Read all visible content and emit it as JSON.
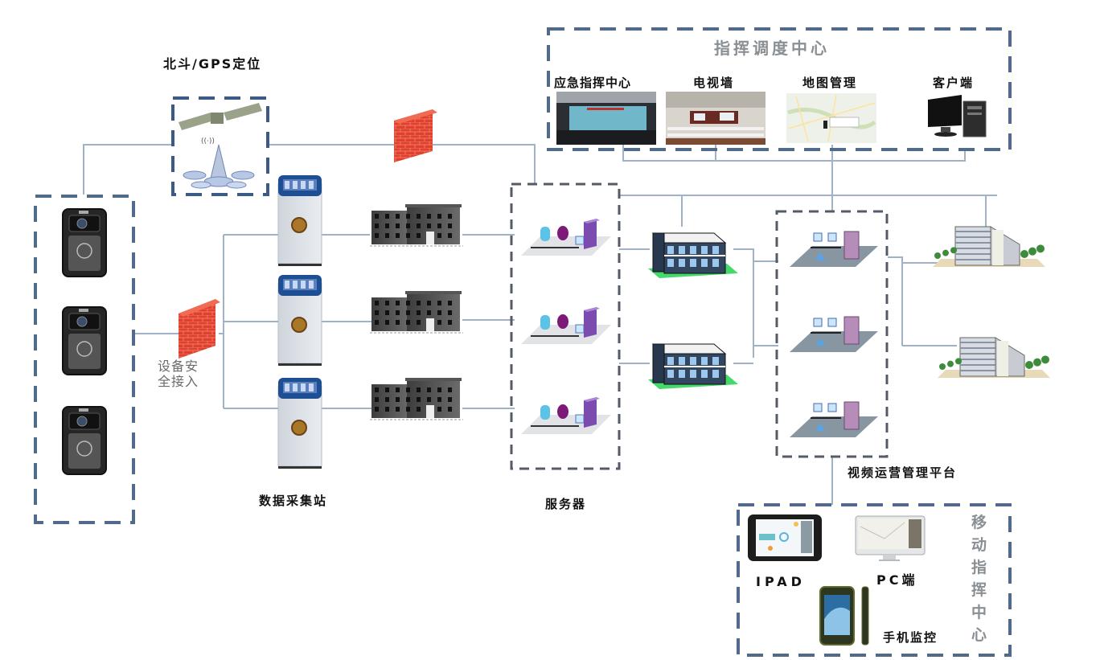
{
  "diagram": {
    "colors": {
      "line": "#9fb2c8",
      "dashed_border": "#4f6a8a",
      "firewall": "#e0402e",
      "title_gray": "#8a8f94"
    },
    "labels": {
      "beidou_gps": "北斗/GPS定位",
      "secure_access_line1": "设备安",
      "secure_access_line2": "全接入",
      "data_collection_station": "数据采集站",
      "servers": "服务器",
      "video_ops_platform": "视频运营管理平台"
    },
    "command_center": {
      "title": "指挥调度中心",
      "items": [
        {
          "label": "应急指挥中心",
          "icon": "emergency-command-photo"
        },
        {
          "label": "电视墙",
          "icon": "tv-wall-photo"
        },
        {
          "label": "地图管理",
          "icon": "map-management-screenshot"
        },
        {
          "label": "客户端",
          "icon": "desktop-client-icon"
        }
      ]
    },
    "mobile_center": {
      "title_chars": [
        "移",
        "动",
        "指",
        "挥",
        "中",
        "心"
      ],
      "items": [
        {
          "label": "IPAD",
          "icon": "tablet-icon"
        },
        {
          "label": "PC端",
          "icon": "imac-icon"
        },
        {
          "label": "手机监控",
          "icon": "rugged-phone-icon"
        }
      ]
    },
    "nodes": {
      "body_cameras": 3,
      "collection_stations": 3,
      "stations_buildings": 3,
      "server_groups": 3,
      "relay_buildings": 2,
      "platform_workstations": 3,
      "office_buildings": 2,
      "firewalls": 2
    }
  }
}
